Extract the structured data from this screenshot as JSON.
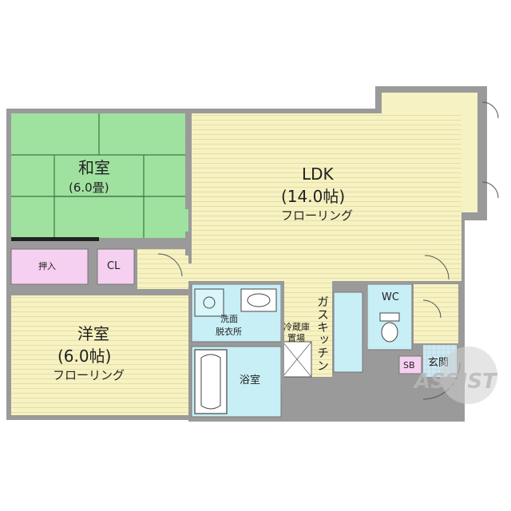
{
  "rooms": {
    "washitsu": {
      "name": "和室",
      "size": "(6.0畳)"
    },
    "ldk": {
      "name": "LDK",
      "size": "(14.0帖)",
      "floor": "フローリング"
    },
    "youshitsu": {
      "name": "洋室",
      "size": "(6.0帖)",
      "floor": "フローリング"
    },
    "oshiire": "押入",
    "closet": "CL",
    "senmen": [
      "洗面",
      "脱衣所"
    ],
    "reizouko": [
      "冷蔵庫",
      "置場"
    ],
    "kitchen": "ガスキッチン",
    "wc": "WC",
    "yokushitsu": "浴室",
    "sb": "SB",
    "genkan": "玄関"
  },
  "watermark": "ASSIST",
  "colors": {
    "wall": "#9a9a9a",
    "floor_wood": "#f6f2c4",
    "tatami": "#9fe19f",
    "closet_pink": "#f6d0f0",
    "water_blue": "#c8eef6",
    "entrance_blue": "#cde8f0"
  }
}
